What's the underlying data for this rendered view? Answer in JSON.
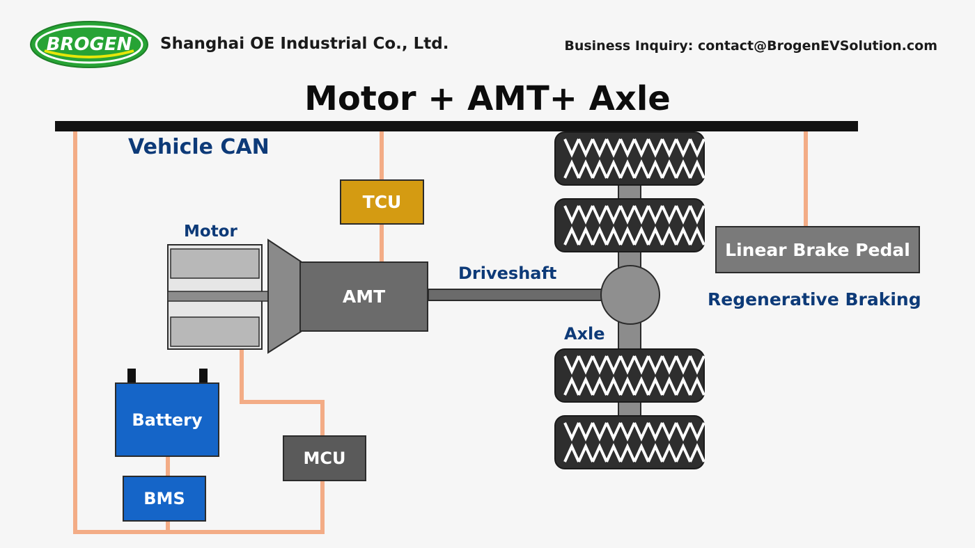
{
  "header": {
    "logo_text": "BROGEN",
    "company": "Shanghai OE Industrial Co., Ltd.",
    "contact": "Business Inquiry: contact@BrogenEVSolution.com"
  },
  "title": "Motor + AMT+ Axle",
  "labels": {
    "vehicle_can": "Vehicle CAN",
    "motor": "Motor",
    "driveshaft": "Driveshaft",
    "axle": "Axle",
    "regenerative_braking": "Regenerative Braking"
  },
  "components": {
    "tcu": "TCU",
    "amt": "AMT",
    "battery": "Battery",
    "bms": "BMS",
    "mcu": "MCU",
    "brake_pedal": "Linear Brake Pedal"
  },
  "colors": {
    "can_wire": "#f3ac86",
    "can_bus": "#111111",
    "label_blue": "#0d3a78",
    "battery_blue": "#1565c8",
    "tcu_gold": "#d49b12",
    "logo_green": "#27a335"
  }
}
